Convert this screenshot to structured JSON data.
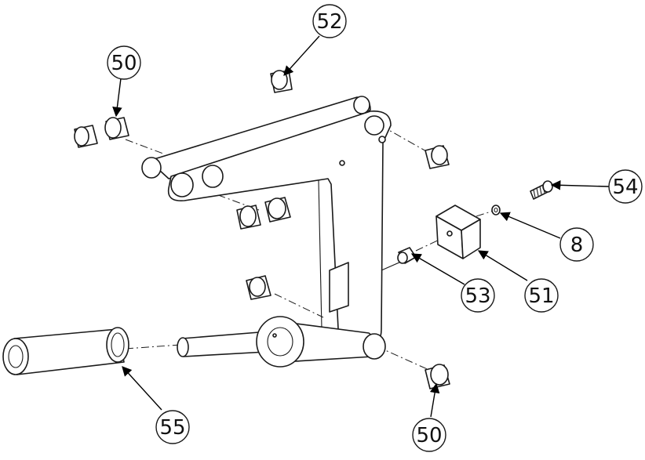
{
  "callouts": [
    {
      "id": "c52",
      "label": "52"
    },
    {
      "id": "c50a",
      "label": "50"
    },
    {
      "id": "c54",
      "label": "54"
    },
    {
      "id": "c8",
      "label": "8"
    },
    {
      "id": "c51",
      "label": "51"
    },
    {
      "id": "c53",
      "label": "53"
    },
    {
      "id": "c55",
      "label": "55"
    },
    {
      "id": "c50b",
      "label": "50"
    }
  ],
  "colors": {
    "line": "#1a1a1a",
    "background": "#ffffff"
  }
}
